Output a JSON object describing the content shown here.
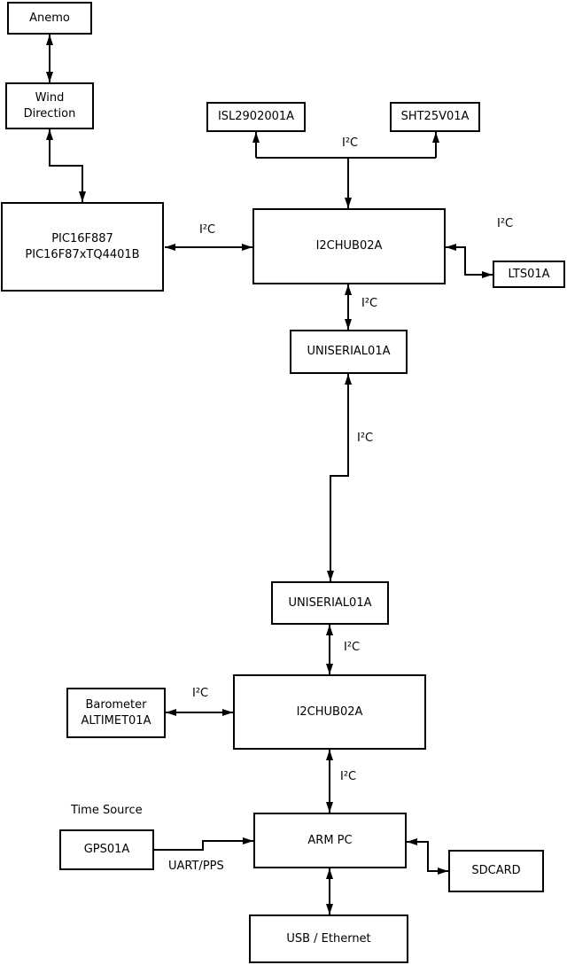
{
  "diagram": {
    "nodes": {
      "anemo": {
        "label": "Anemo"
      },
      "wind_direction": {
        "line1": "Wind",
        "line2": "Direction"
      },
      "pic": {
        "line1": "PIC16F887",
        "line2": "PIC16F87xTQ4401B"
      },
      "isl2902001a": {
        "label": "ISL2902001A"
      },
      "sht25v01a": {
        "label": "SHT25V01A"
      },
      "i2chub_top": {
        "label": "I2CHUB02A"
      },
      "lts01a": {
        "label": "LTS01A"
      },
      "uniserial_upper": {
        "label": "UNISERIAL01A"
      },
      "uniserial_lower": {
        "label": "UNISERIAL01A"
      },
      "barometer": {
        "line1": "Barometer",
        "line2": "ALTIMET01A"
      },
      "i2chub_bottom": {
        "label": "I2CHUB02A"
      },
      "arm_pc": {
        "label": "ARM PC"
      },
      "gps01a": {
        "label": "GPS01A"
      },
      "sdcard": {
        "label": "SDCARD"
      },
      "usb_ethernet": {
        "label": "USB / Ethernet"
      }
    },
    "edge_labels": {
      "i2c": "I²C",
      "uart_pps": "UART/PPS",
      "time_source": "Time Source"
    },
    "colors": {
      "background": "#ffffff",
      "line": "#000000",
      "text": "#000000"
    }
  }
}
